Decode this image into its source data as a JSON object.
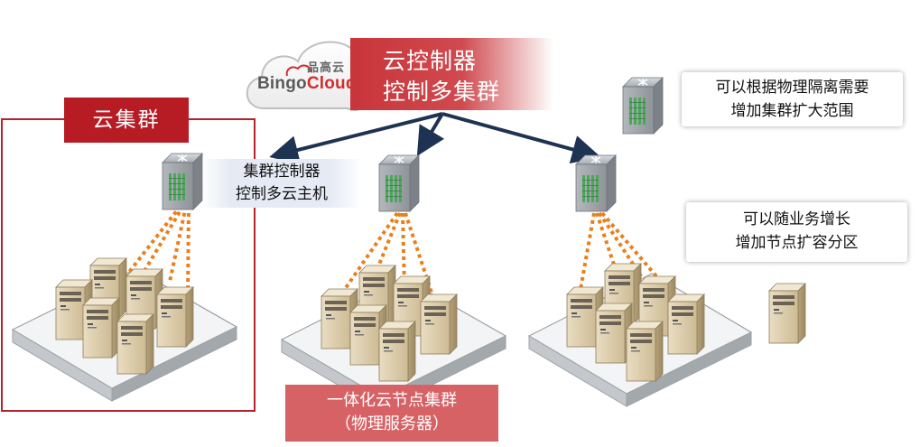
{
  "logo": {
    "name_cn": "品高云",
    "bingo": "Bingo",
    "cloud": "Cloud"
  },
  "cloud_controller": {
    "line1": "云控制器",
    "line2": "控制多集群"
  },
  "cluster": {
    "label": "云集群"
  },
  "cluster_controller": {
    "line1": "集群控制器",
    "line2": "控制多云主机"
  },
  "note_isolation": {
    "line1": "可以根据物理隔离需要",
    "line2": "增加集群扩大范围"
  },
  "note_growth": {
    "line1": "可以随业务增长",
    "line2": "增加节点扩容分区"
  },
  "node_cluster": {
    "line1": "一体化云节点集群",
    "line2": "（物理服务器）"
  },
  "colors": {
    "brand_red": "#b71c24",
    "banner_red": "#c8353a",
    "link_orange": "#e8801e",
    "arrow": "#1e3352"
  }
}
